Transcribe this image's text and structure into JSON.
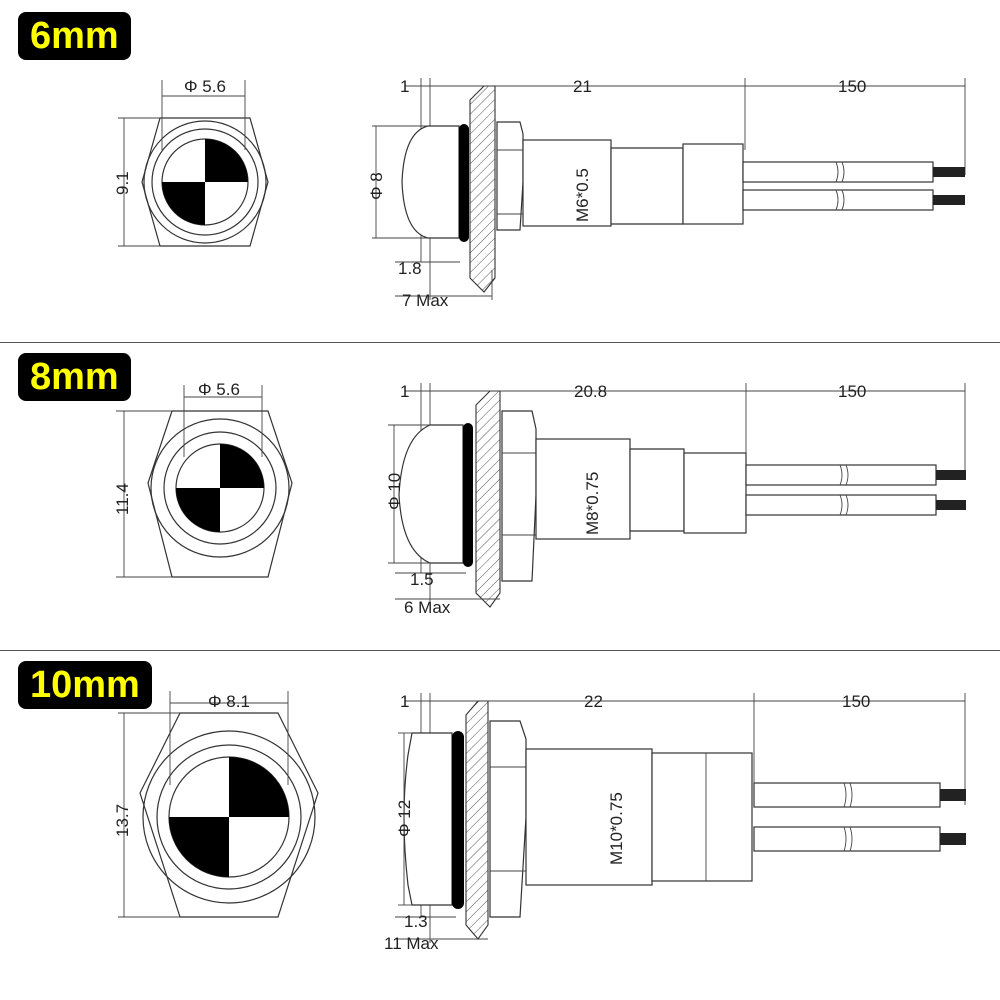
{
  "sections": [
    {
      "size_label": "6mm",
      "front": {
        "phi_label": "Φ 5.6",
        "height_label": "9.1"
      },
      "side": {
        "lead_label": "1",
        "body_label": "21",
        "wire_label": "150",
        "dome_label": "Φ 8",
        "thread_label": "M6*0.5",
        "flange_label": "1.8",
        "panel_label": "7 Max"
      }
    },
    {
      "size_label": "8mm",
      "front": {
        "phi_label": "Φ 5.6",
        "height_label": "11.4"
      },
      "side": {
        "lead_label": "1",
        "body_label": "20.8",
        "wire_label": "150",
        "dome_label": "Φ 10",
        "thread_label": "M8*0.75",
        "flange_label": "1.5",
        "panel_label": "6 Max"
      }
    },
    {
      "size_label": "10mm",
      "front": {
        "phi_label": "Φ 8.1",
        "height_label": "13.7"
      },
      "side": {
        "lead_label": "1",
        "body_label": "22",
        "wire_label": "150",
        "dome_label": "Φ 12",
        "thread_label": "M10*0.75",
        "flange_label": "1.3",
        "panel_label": "11 Max"
      }
    }
  ]
}
